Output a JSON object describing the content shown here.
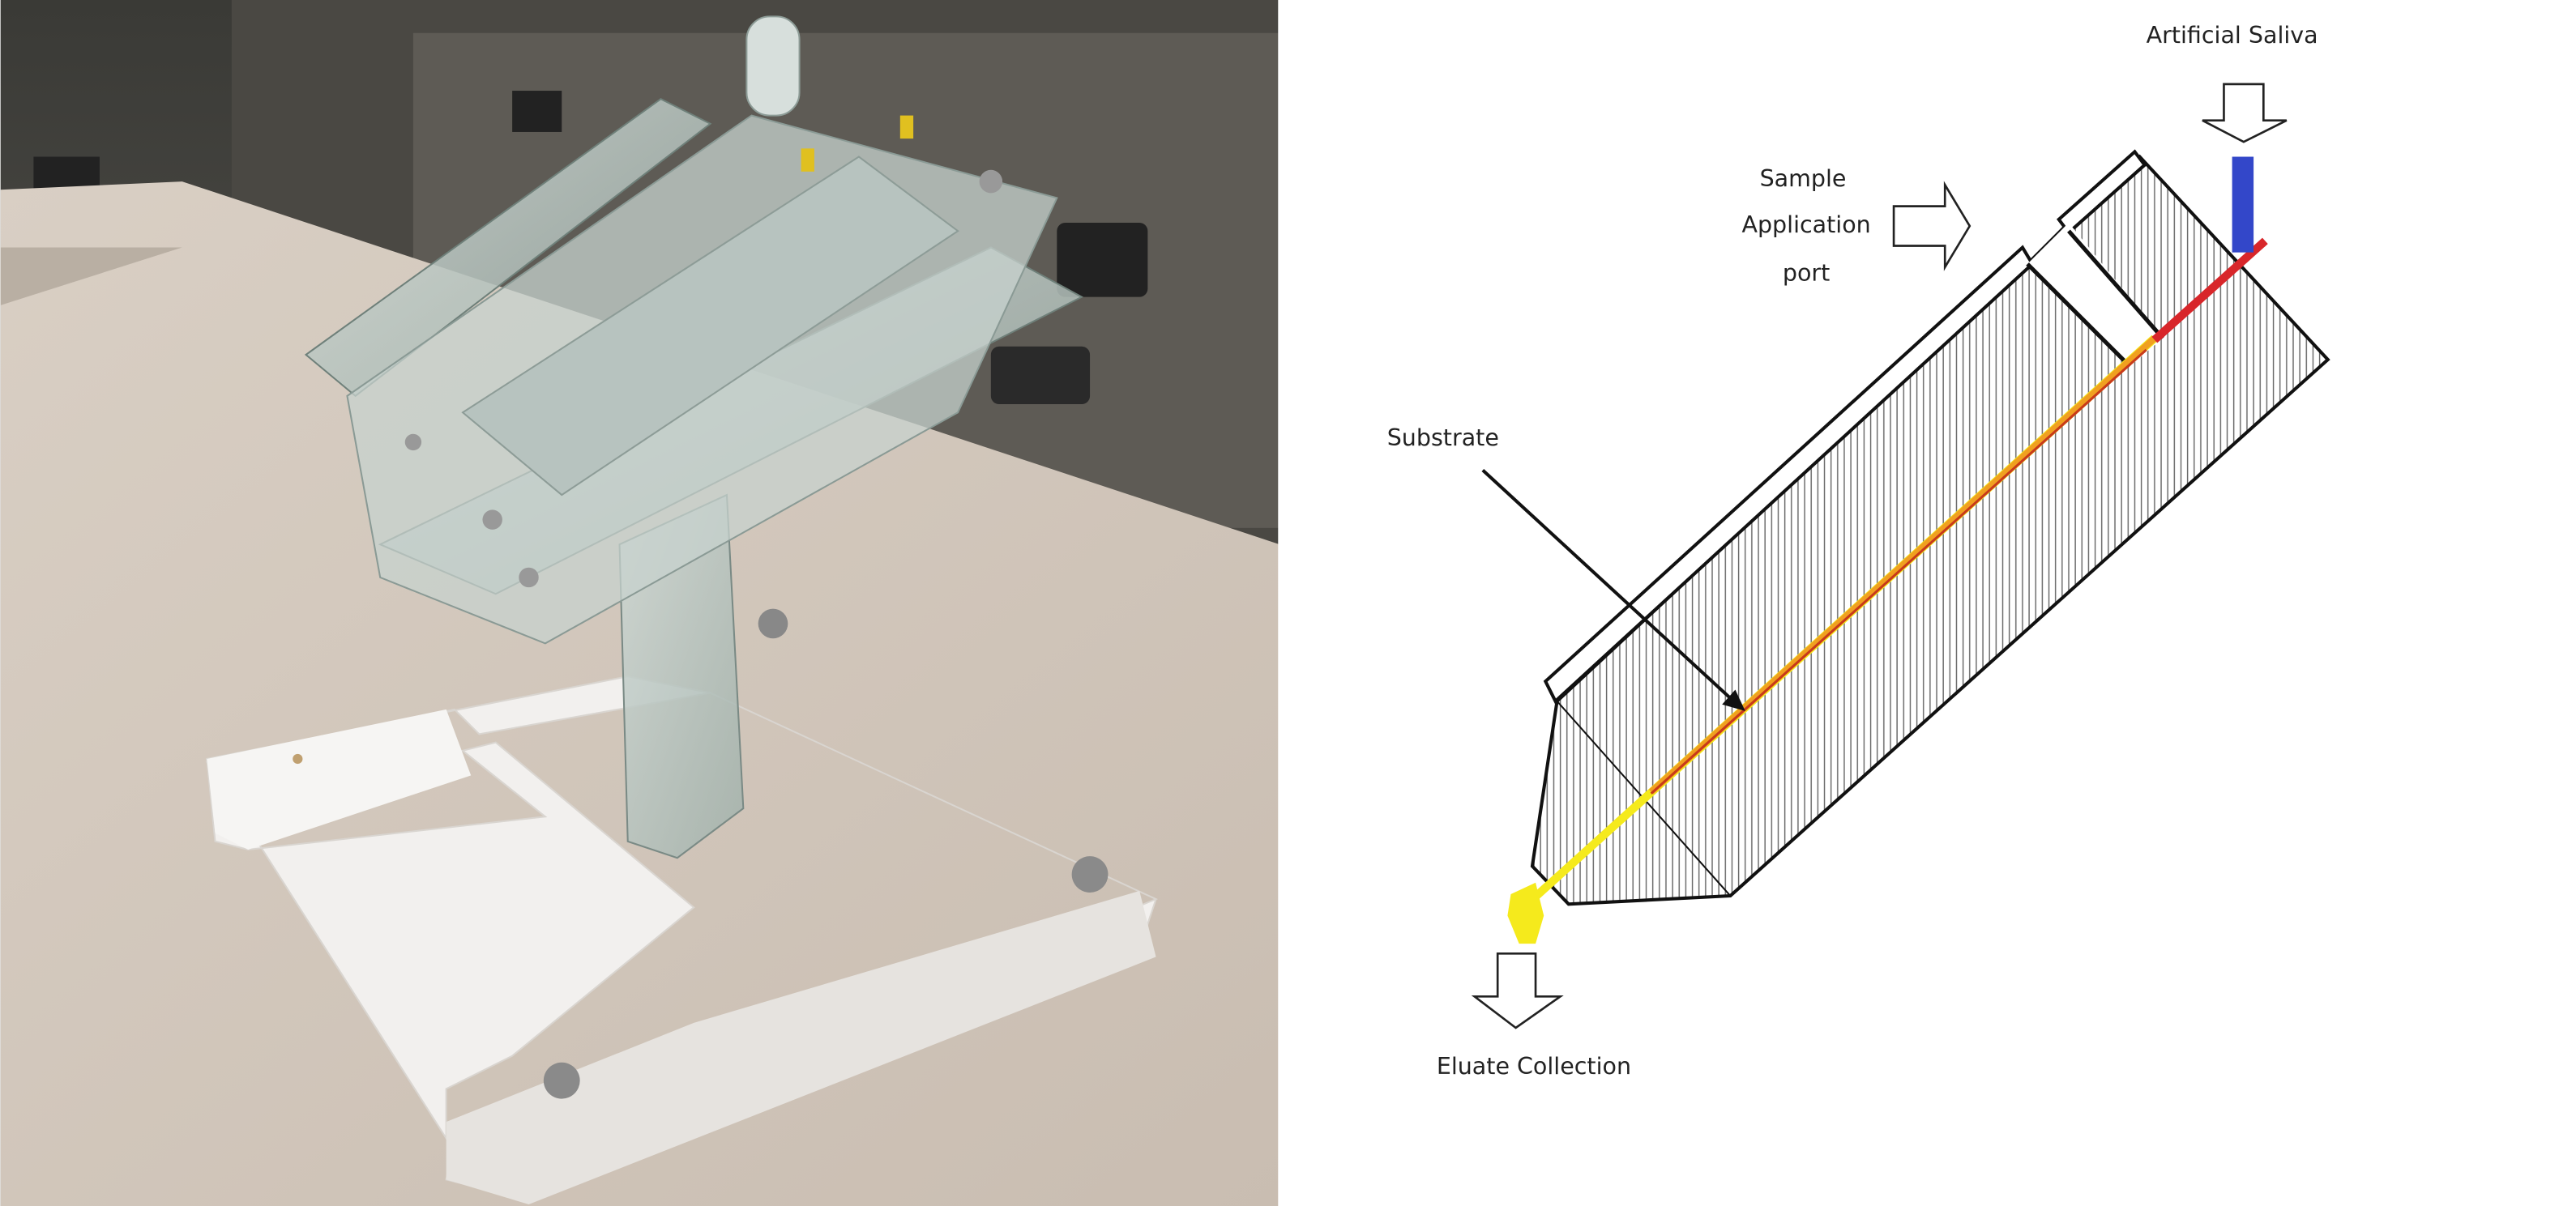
{
  "figure": {
    "labels": {
      "artificial_saliva": "Artificial Saliva",
      "sample_line1": "Sample",
      "sample_line2": "Application",
      "sample_line3": "port",
      "substrate": "Substrate",
      "eluate": "Eluate Collection"
    },
    "colors": {
      "saliva": "#3347c9",
      "flow_red": "#d8262a",
      "flow_yellow": "#f5ea1c",
      "flow_orange": "#f0a020",
      "hatch": "#555555"
    }
  }
}
